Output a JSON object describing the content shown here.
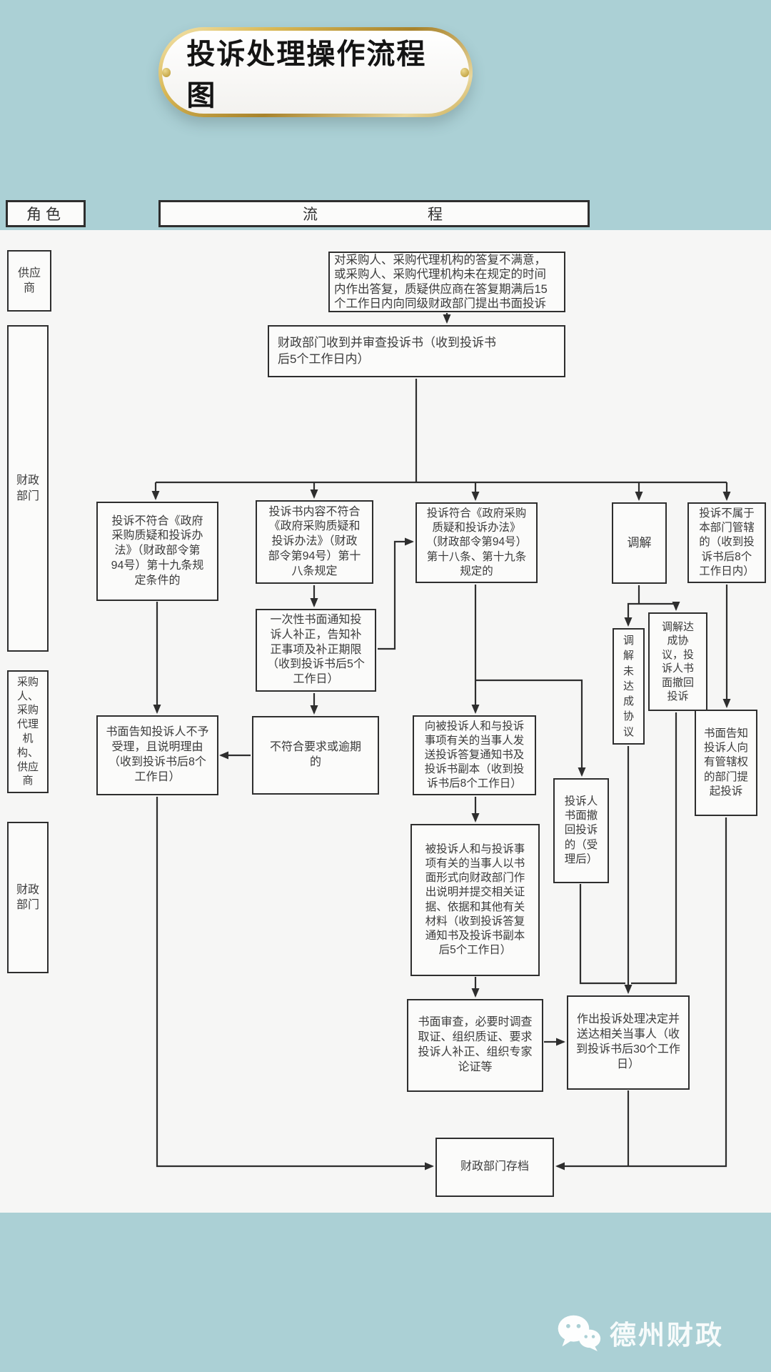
{
  "title": "投诉处理操作流程图",
  "header": {
    "role": "角色",
    "flow_char_1": "流",
    "flow_char_2": "程"
  },
  "roles": {
    "supplier": "供应\n商",
    "finance_upper": "财政\n部门",
    "purchaser_group": "采购\n人、\n采购\n代理\n机\n构、\n供应\n商",
    "finance_lower": "财政\n部门"
  },
  "boxes": {
    "submit": "对采购人、采购代理机构的答复不满意，\n或采购人、采购代理机构未在规定的时间\n内作出答复，质疑供应商在答复期满后15\n个工作日内向同级财政部门提出书面投诉",
    "receive_review": "财政部门收到并审查投诉书（收到投诉书\n后5个工作日内）",
    "not_meet_conditions": "投诉不符合《政府\n采购质疑和投诉办\n法》（财政部令第\n94号）第十九条规\n定条件的",
    "content_not_conform": "投诉书内容不符合\n《政府采购质疑和\n投诉办法》（财政\n部令第94号）第十\n八条规定",
    "conforms": "投诉符合《政府采购\n质疑和投诉办法》\n（财政部令第94号）\n第十八条、第十九条\n规定的",
    "mediation": "调解",
    "not_jurisdiction": "投诉不属于\n本部门管辖\n的（收到投\n诉书后8个\n工作日内）",
    "notify_correction": "一次性书面通知投\n诉人补正，告知补\n正事项及补正期限\n（收到投诉书后5个\n工作日）",
    "reject_notice": "书面告知投诉人不予\n受理，且说明理由\n（收到投诉书后8个\n工作日）",
    "not_meet_or_overdue": "不符合要求或逾期\n的",
    "send_reply_notice": "向被投诉人和与投诉\n事项有关的当事人发\n送投诉答复通知书及\n投诉书副本（收到投\n诉书后8个工作日）",
    "withdraw_after_accept": "投诉人\n书面撤\n回投诉\n的（受\n理后）",
    "mediation_fail": "调\n解\n未\n达\n成\n协\n议",
    "mediation_success_withdraw": "调解达\n成协\n议，投\n诉人书\n面撤回\n投诉",
    "notify_jurisdiction": "书面告知\n投诉人向\n有管辖权\n的部门提\n起投诉",
    "respondent_explain": "被投诉人和与投诉事\n项有关的当事人以书\n面形式向财政部门作\n出说明并提交相关证\n据、依据和其他有关\n材料（收到投诉答复\n通知书及投诉书副本\n后5个工作日）",
    "written_review": "书面审查，必要时调查\n取证、组织质证、要求\n投诉人补正、组织专家\n论证等",
    "decision": "作出投诉处理决定并\n送达相关当事人（收\n到投诉书后30个工作\n日）",
    "archive": "财政部门存档"
  },
  "footer": {
    "brand": "德州财政"
  },
  "colors": {
    "teal_background": "#abd0d5",
    "gold_accent": "#c9a23c",
    "line_color": "#2e2e2e"
  }
}
